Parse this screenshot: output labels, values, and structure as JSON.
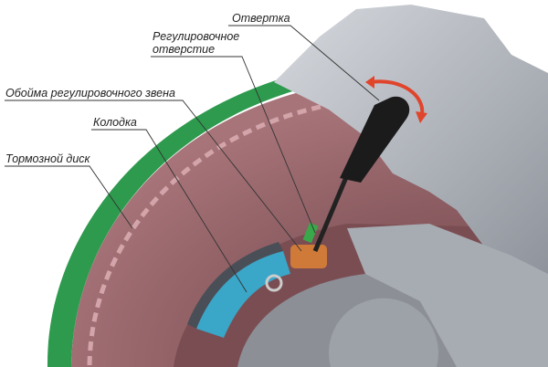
{
  "labels": {
    "screwdriver": "Отвертка",
    "adjust_hole_1": "Регулировочное",
    "adjust_hole_2": "отверстие",
    "adjuster_housing": "Обойма регулировочного звена",
    "brake_shoe": "Колодка",
    "brake_disc": "Тормозной диск"
  },
  "colors": {
    "shield": "#2e9a4e",
    "disc": "#8a5a5e",
    "disc_light": "#c79aa0",
    "caliper": "#b8bcc4",
    "shoe": "#3aa6c8",
    "arrow": "#e0452c"
  }
}
